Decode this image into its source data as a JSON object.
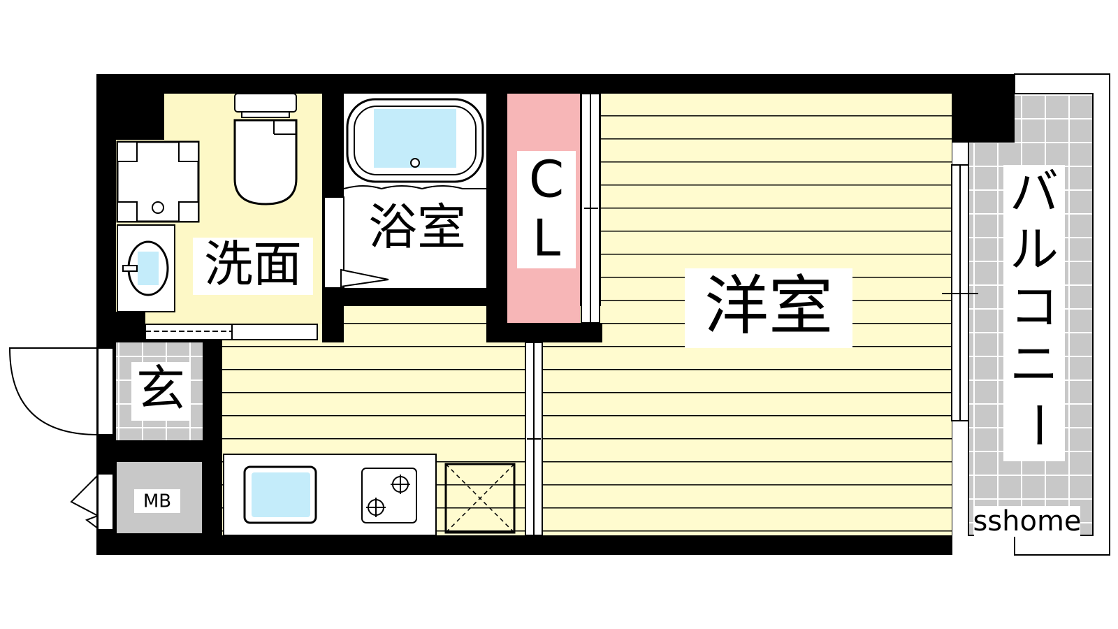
{
  "rooms": {
    "western": "洋室",
    "bath": "浴室",
    "washroom": "洗面",
    "entrance": "玄",
    "closet_line1": "C",
    "closet_line2": "L",
    "meter_box": "MB",
    "balcony_chars": [
      "バ",
      "ル",
      "コ",
      "ニ",
      "ー"
    ]
  },
  "watermark": "sshome",
  "colors": {
    "floor": "#fffbcf",
    "washroom": "#fdf8c6",
    "closet": "#f7b6b7",
    "fixture_water": "#c4ecfa",
    "tile": "#c8c8c8",
    "meter_box": "#c8c8c8",
    "wall": "#000000",
    "background": "#ffffff"
  }
}
